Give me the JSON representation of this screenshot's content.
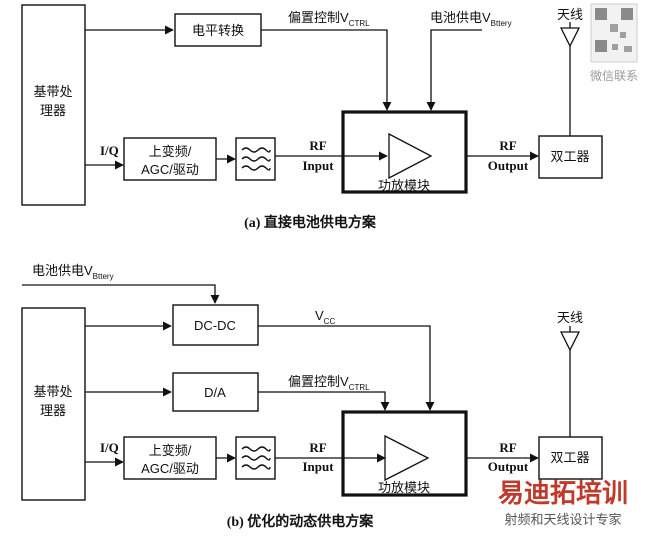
{
  "a": {
    "baseband": [
      "基带处",
      "理器"
    ],
    "level_shift": "电平转换",
    "bias_label": "偏置控制V",
    "bias_sub": "CTRL",
    "battery_label": "电池供电V",
    "battery_sub": "Bttery",
    "antenna": "天线",
    "iq": "I/Q",
    "upconv": [
      "上变频/",
      "AGC/驱动"
    ],
    "rf_in": [
      "RF",
      "Input"
    ],
    "pa_module": "功放模块",
    "rf_out": [
      "RF",
      "Output"
    ],
    "duplexer": "双工器",
    "caption": "(a)  直接电池供电方案"
  },
  "b": {
    "battery_label": "电池供电V",
    "battery_sub": "Bttery",
    "baseband": [
      "基带处",
      "理器"
    ],
    "dcdc": "DC-DC",
    "vcc": "V",
    "vcc_sub": "CC",
    "da": "D/A",
    "bias_label": "偏置控制V",
    "bias_sub": "CTRL",
    "antenna": "天线",
    "iq": "I/Q",
    "upconv": [
      "上变频/",
      "AGC/驱动"
    ],
    "rf_in": [
      "RF",
      "Input"
    ],
    "pa_module": "功放模块",
    "rf_out": [
      "RF",
      "Output"
    ],
    "duplexer": "双工器",
    "caption": "(b)  优化的动态供电方案"
  },
  "watermark": {
    "brand": "易迪拓培训",
    "tagline": "射频和天线设计专家",
    "wechat": "微信联系"
  }
}
